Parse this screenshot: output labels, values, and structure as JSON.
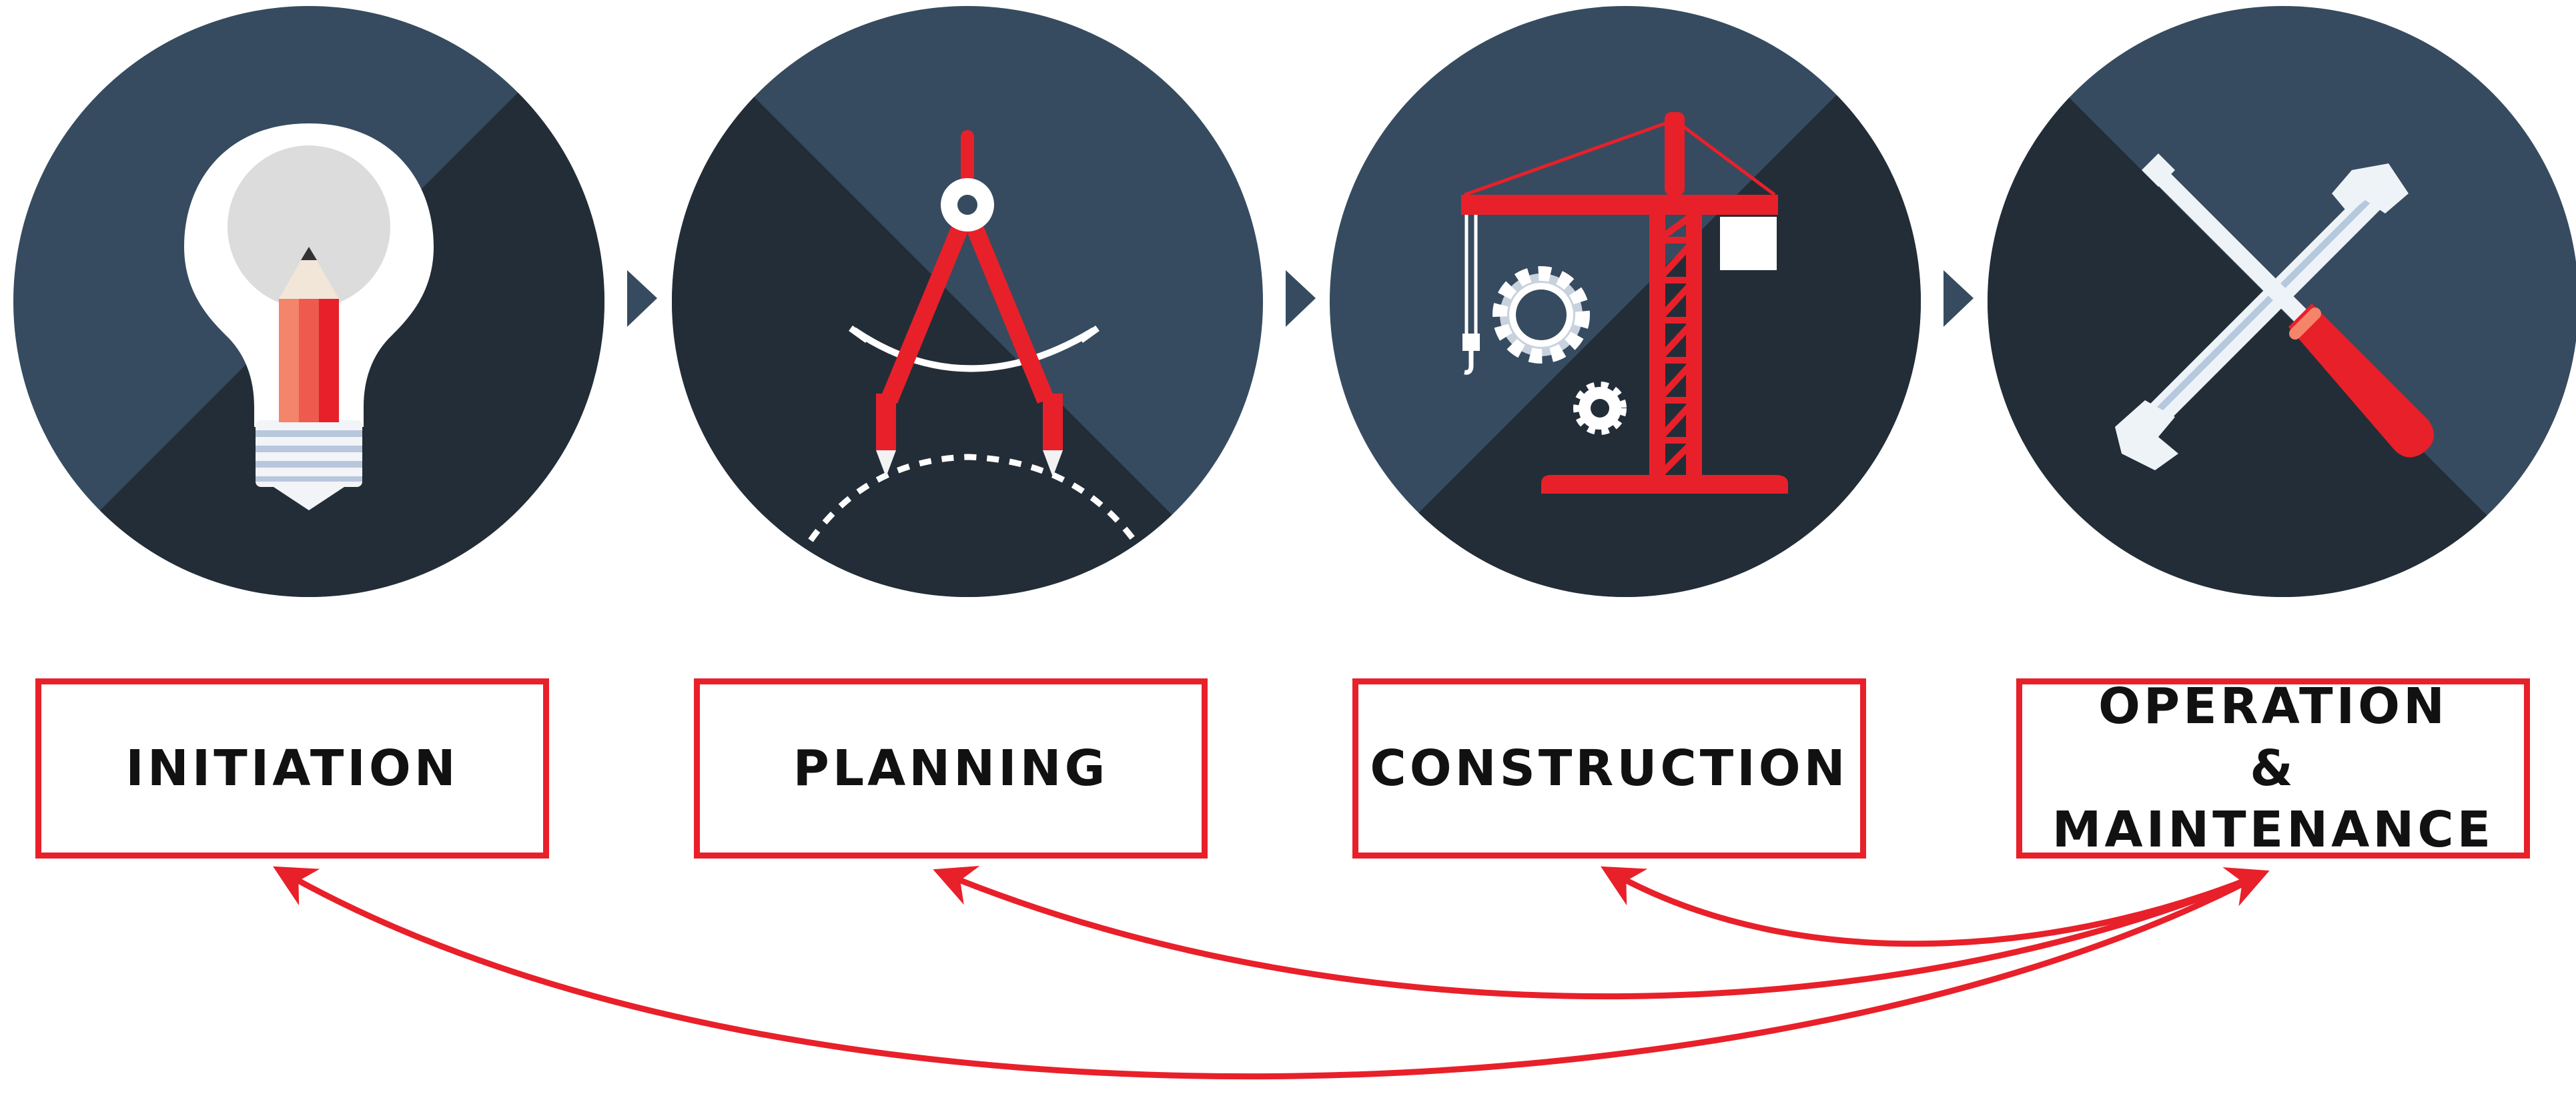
{
  "stages": [
    {
      "label": "INITIATION",
      "icon": "lightbulb-pencil-icon"
    },
    {
      "label": "PLANNING",
      "icon": "drafting-compass-icon"
    },
    {
      "label": "CONSTRUCTION",
      "icon": "tower-crane-icon"
    },
    {
      "label": "OPERATION",
      "label2": "& MAINTENANCE",
      "icon": "wrench-screwdriver-icon"
    }
  ],
  "colors": {
    "accent": "#e8202a",
    "circle_light": "#364b5f",
    "circle_dark": "#232d37",
    "text": "#111111"
  }
}
